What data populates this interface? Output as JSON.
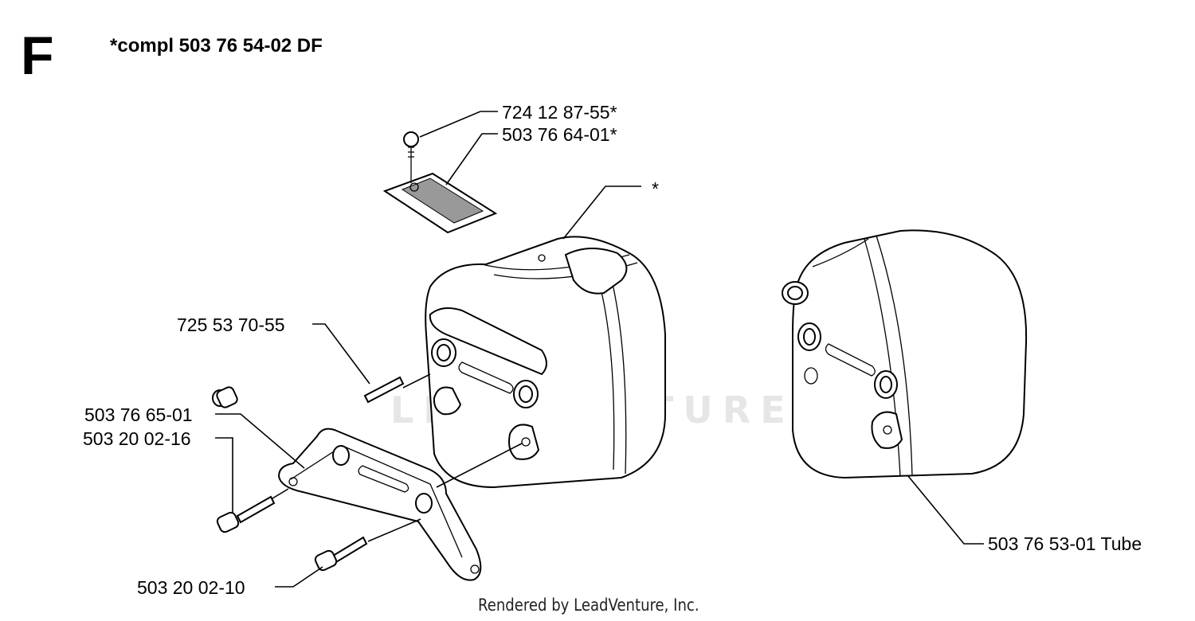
{
  "header": {
    "section_letter": "F",
    "assembly": "*compl 503 76 54-02 DF"
  },
  "parts": [
    {
      "id": "p1",
      "label": "724 12 87-55*"
    },
    {
      "id": "p2",
      "label": "503 76 64-01*"
    },
    {
      "id": "p3",
      "label": "*"
    },
    {
      "id": "p4",
      "label": "725 53 70-55"
    },
    {
      "id": "p5",
      "label": "503 76 65-01"
    },
    {
      "id": "p6",
      "label": "503 20 02-16"
    },
    {
      "id": "p7",
      "label": "503 20 02-10"
    },
    {
      "id": "p8",
      "label": "503 76 53-01 Tube"
    }
  ],
  "watermark": "LEADVENTURE",
  "footer": "Rendered by LeadVenture, Inc."
}
